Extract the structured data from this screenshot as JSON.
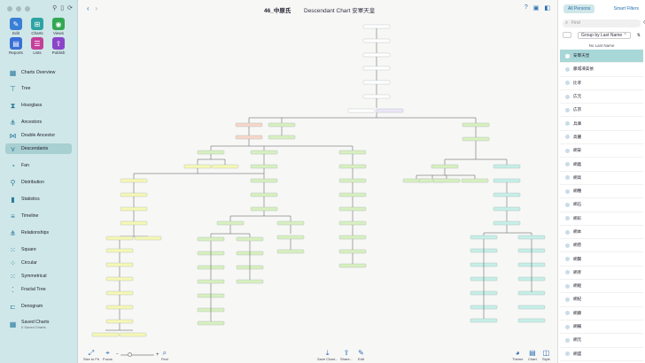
{
  "sidebar": {
    "tiles": [
      {
        "label": "Edit",
        "icon": "pencil-icon",
        "color": "#3a7fd6"
      },
      {
        "label": "Charts",
        "icon": "charts-icon",
        "color": "#2ea3a3"
      },
      {
        "label": "Views",
        "icon": "views-icon",
        "color": "#33a852"
      },
      {
        "label": "Reports",
        "icon": "reports-icon",
        "color": "#3a6fd6"
      },
      {
        "label": "Lists",
        "icon": "lists-icon",
        "color": "#c43f9a"
      },
      {
        "label": "Publish",
        "icon": "publish-icon",
        "color": "#8a45c9"
      }
    ],
    "items": [
      {
        "label": "Charts Overview"
      },
      {
        "label": "Tree"
      },
      {
        "label": "Hourglass"
      },
      {
        "label": "Ancestors"
      },
      {
        "label": "Double Ancestor"
      },
      {
        "label": "Descendants"
      },
      {
        "label": "Fan"
      },
      {
        "label": "Distribution"
      },
      {
        "label": "Statistics"
      },
      {
        "label": "Timeline"
      },
      {
        "label": "Relationships"
      },
      {
        "label": "Square"
      },
      {
        "label": "Circular"
      },
      {
        "label": "Symmetrical"
      },
      {
        "label": "Fractal Tree"
      },
      {
        "label": "Denogram"
      },
      {
        "label": "Saved Charts"
      }
    ],
    "saved_sub": "0 Saved Charts",
    "active": "Descendants"
  },
  "header": {
    "doc_title": "46_中原氏",
    "chart_title": "Descendant Chart 安軍天皇"
  },
  "bottom": {
    "size_to_fit": "Size to Fit",
    "focus": "Focus",
    "find": "Find",
    "save_chart": "Save Chart...",
    "share": "Share...",
    "edit": "Edit",
    "theme": "Theme",
    "chart": "Chart",
    "style": "Style",
    "zoom_minus": "−",
    "zoom_plus": "+"
  },
  "panel": {
    "tab_all": "All Persons",
    "tab_smart": "Smart Filters",
    "search_placeholder": "Find",
    "group_label": "Group by Last Name",
    "section": "No Last Name",
    "persons": [
      "安軍天皇",
      "藤城凍美依",
      "比孝",
      "広元",
      "広宗",
      "兵庫",
      "高麗",
      "網安",
      "網義",
      "網高",
      "網種",
      "網石",
      "網彩",
      "網本",
      "網菅",
      "網賢",
      "網孝",
      "網継",
      "網紀",
      "網藤",
      "網輔",
      "網元",
      "網盛"
    ],
    "selected_index": 0
  },
  "colors": {
    "accent": "#2a6fb0",
    "sidebar_bg": "#cfe7e8",
    "node_pink": "#f6d7c9",
    "node_green": "#d8f0c0",
    "node_yellow": "#f5f7b6",
    "node_teal": "#c6efe8"
  }
}
